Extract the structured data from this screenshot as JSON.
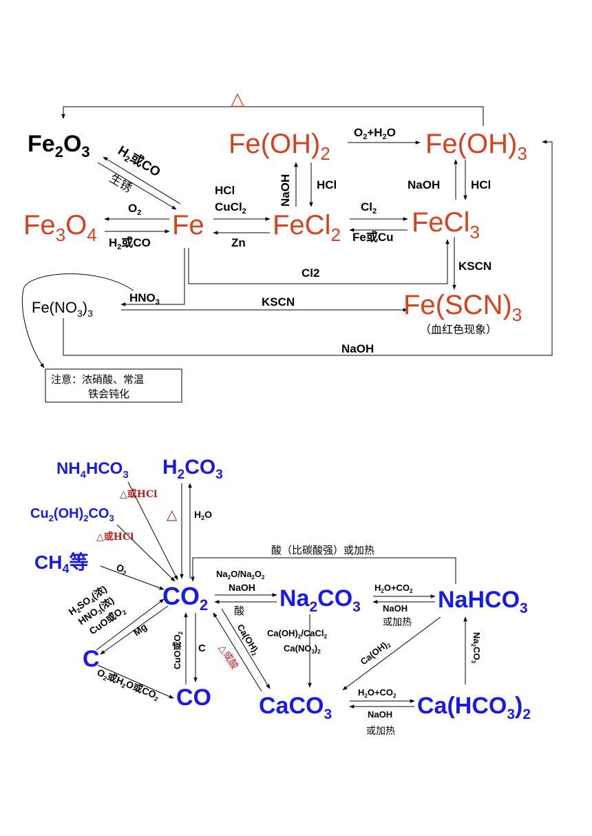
{
  "colors": {
    "fe_red": "#D9401E",
    "co2_blue": "#1A1AE6",
    "note_red": "#B22222",
    "line": "#000000"
  },
  "iron": {
    "triangle_top": "△",
    "fe2o3": {
      "a": "Fe",
      "s1": "2",
      "b": "O",
      "s2": "3"
    },
    "fe3o4": {
      "a": "Fe",
      "s1": "3",
      "b": "O",
      "s2": "4"
    },
    "fe": "Fe",
    "feoh2": {
      "a": "Fe(OH)",
      "s": "2"
    },
    "feoh3": {
      "a": "Fe(OH)",
      "s": "3"
    },
    "fecl2": {
      "a": "FeCl",
      "s": "2"
    },
    "fecl3": {
      "a": "FeCl",
      "s": "3"
    },
    "fescn3": {
      "a": "Fe(SCN)",
      "s": "3"
    },
    "fescn3_note": "（血红色现象）",
    "feno3": {
      "a": "Fe(NO",
      "s": "3",
      "b": ")",
      "s2": "3"
    },
    "h2_or_co_diag": {
      "a": "H",
      "s": "2",
      "b": "或CO"
    },
    "rust": "生锈",
    "o2": {
      "a": "O",
      "s": "2"
    },
    "h2_or_co": {
      "a": "H",
      "s": "2",
      "b": "或CO"
    },
    "hcl_cucl2": {
      "l1": "HCl",
      "l2a": "CuCl",
      "l2s": "2"
    },
    "zn": "Zn",
    "naoh_v": "NaOH",
    "hcl_v1": "HCl",
    "o2h2o": {
      "a": "O",
      "s": "2",
      "b": "+H",
      "s2": "2",
      "c": "O"
    },
    "naoh_v2": "NaOH",
    "hcl_v2": "HCl",
    "cl2": {
      "a": "Cl",
      "s": "2"
    },
    "fe_or_cu": "Fe或Cu",
    "cl2_plain": "Cl2",
    "kscn_v": "KSCN",
    "hno3": {
      "a": "HNO",
      "s": "3"
    },
    "kscn_h": "KSCN",
    "naoh_bottom": "NaOH",
    "note": {
      "l1": "注意：浓硝酸、常温",
      "l2": "铁会钝化"
    }
  },
  "carbon": {
    "nh4hco3": {
      "a": "NH",
      "s": "4",
      "b": "HCO",
      "s2": "3"
    },
    "h2co3": {
      "a": "H",
      "s": "2",
      "b": "CO",
      "s2": "3"
    },
    "cu2oh2co3": {
      "a": "Cu",
      "s": "2",
      "b": "(OH)",
      "s2": "2",
      "c": "CO",
      "s3": "3"
    },
    "ch4": {
      "a": "CH",
      "s": "4",
      "b": "等"
    },
    "co2": {
      "a": "CO",
      "s": "2"
    },
    "na2co3": {
      "a": "Na",
      "s": "2",
      "b": "CO",
      "s2": "3"
    },
    "nahco3": "NaHCO3",
    "nahco3_parts": {
      "a": "NaHCO",
      "s": "3"
    },
    "c": "C",
    "co": "CO",
    "caco3": {
      "a": "CaCO",
      "s": "3"
    },
    "cahco32": {
      "a": "Ca(HCO",
      "s": "3",
      "b": ")",
      "s2": "2"
    },
    "heat_or_hcl_1": "△或HCl",
    "heat_or_hcl_2": "△或HCl",
    "heat": "△",
    "h2o": {
      "a": "H",
      "s": "2",
      "b": "O"
    },
    "acid_stronger": "酸（比碳酸强）或加热",
    "o2": {
      "a": "O",
      "s": "2"
    },
    "na2o_na2o2": {
      "a": "Na",
      "s": "2",
      "b": "O/Na",
      "s2": "2",
      "c": "O",
      "s3": "2"
    },
    "naoh": "NaOH",
    "acid": "酸",
    "h2o_co2_1": {
      "a": "H",
      "s": "2",
      "b": "O+CO",
      "s2": "2"
    },
    "naoh_2": "NaOH",
    "or_heat_1": "或加热",
    "acids": {
      "l1a": "H",
      "l1s": "2",
      "l1b": "SO",
      "l1s2": "4",
      "l1c": "(浓)",
      "l2a": "HNO",
      "l2s": "3",
      "l2b": "(浓)",
      "l3a": "CuO或O",
      "l3s": "2"
    },
    "mg": "Mg",
    "cuo_or_o2": {
      "a": "CuO或O",
      "s": "2"
    },
    "c_label": "C",
    "caoh2_diag": {
      "a": "Ca(OH)",
      "s": "2"
    },
    "heat_or_acid": "△或酸",
    "caoh2_cacl2": {
      "l1a": "Ca(OH)",
      "l1s": "2",
      "l1b": "/CaCl",
      "l1s2": "2",
      "l2a": "Ca(NO",
      "l2s": "3",
      "l2b": ")",
      "l2s2": "2"
    },
    "caoh2_diag2": {
      "a": "Ca(OH)",
      "s": "2"
    },
    "na2co3_v": {
      "a": "Na",
      "s": "2",
      "b": "CO",
      "s2": "3"
    },
    "o2_or_h2o_or_co2": {
      "a": "O",
      "s": "2",
      "b": "或H",
      "s2": "2",
      "c": "O或CO",
      "s3": "2"
    },
    "h2o_co2_2": {
      "a": "H",
      "s": "2",
      "b": "O+CO",
      "s2": "2"
    },
    "naoh_3": "NaOH",
    "or_heat_2": "或加热"
  }
}
